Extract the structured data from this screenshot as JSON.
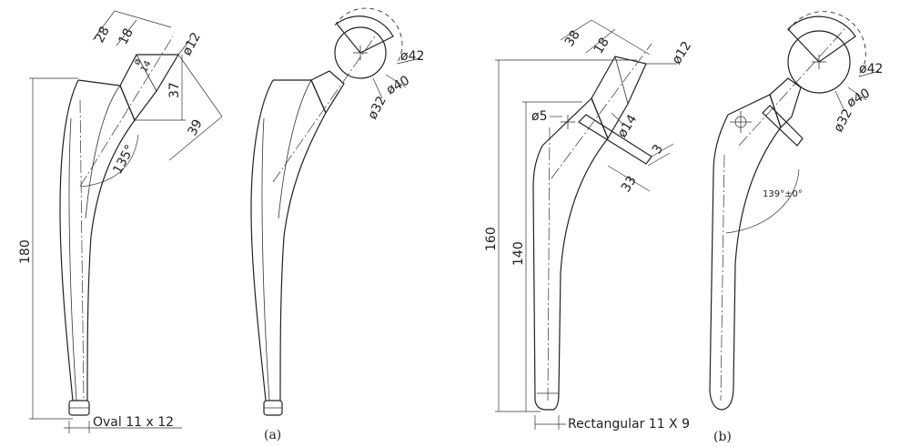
{
  "panel_a": {
    "caption": "(a)",
    "dims": {
      "d28": "28",
      "d18": "18",
      "d14": "14",
      "phi": "ø",
      "phi12": "ø12",
      "d37": "37",
      "d39": "39",
      "angle": "135°",
      "d180": "180",
      "section": "Oval 11 x 12",
      "phi42": "ø42",
      "phi40": "ø40",
      "phi32": "ø32"
    }
  },
  "panel_b": {
    "caption": "(b)",
    "dims": {
      "d38": "38",
      "d18": "18",
      "phi12": "ø12",
      "phi5": "ø5",
      "phi14": "ø14",
      "d3": "3",
      "d33": "33",
      "d160": "160",
      "d140": "140",
      "section": "Rectangular 11 X 9",
      "phi42": "ø42",
      "phi40": "ø40",
      "phi32": "ø32",
      "angle": "139°±0°"
    }
  }
}
